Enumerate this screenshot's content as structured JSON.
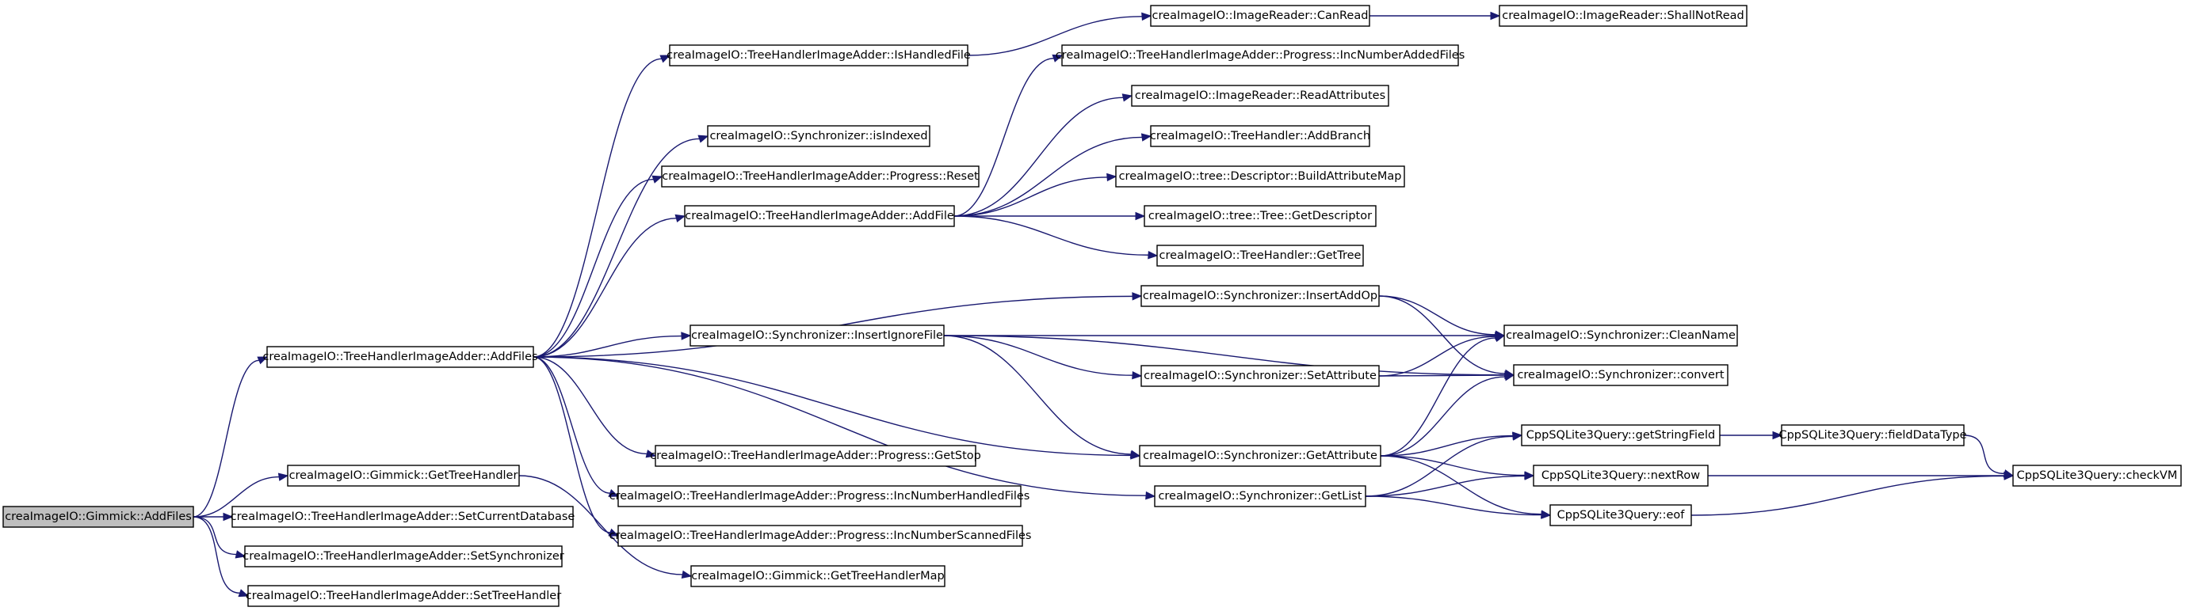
{
  "graph": {
    "nodes": [
      {
        "id": "gimmick_addfiles",
        "label": "creaImageIO::Gimmick::AddFiles"
      },
      {
        "id": "thia_addfiles",
        "label": "creaImageIO::TreeHandlerImageAdder::AddFiles"
      },
      {
        "id": "gimmick_gettreehandler",
        "label": "creaImageIO::Gimmick::GetTreeHandler"
      },
      {
        "id": "thia_setcurrentdatabase",
        "label": "creaImageIO::TreeHandlerImageAdder::SetCurrentDatabase"
      },
      {
        "id": "thia_setsynchronizer",
        "label": "creaImageIO::TreeHandlerImageAdder::SetSynchronizer"
      },
      {
        "id": "thia_settreehandler",
        "label": "creaImageIO::TreeHandlerImageAdder::SetTreeHandler"
      },
      {
        "id": "thia_ishandledfile",
        "label": "creaImageIO::TreeHandlerImageAdder::IsHandledFile"
      },
      {
        "id": "sync_isindexed",
        "label": "creaImageIO::Synchronizer::isIndexed"
      },
      {
        "id": "progress_reset",
        "label": "creaImageIO::TreeHandlerImageAdder::Progress::Reset"
      },
      {
        "id": "thia_addfile",
        "label": "creaImageIO::TreeHandlerImageAdder::AddFile"
      },
      {
        "id": "sync_insertignorefile",
        "label": "creaImageIO::Synchronizer::InsertIgnoreFile"
      },
      {
        "id": "progress_getstop",
        "label": "creaImageIO::TreeHandlerImageAdder::Progress::GetStop"
      },
      {
        "id": "progress_incnumberhandledfiles",
        "label": "creaImageIO::TreeHandlerImageAdder::Progress::IncNumberHandledFiles"
      },
      {
        "id": "progress_incnumberscannedfiles",
        "label": "creaImageIO::TreeHandlerImageAdder::Progress::IncNumberScannedFiles"
      },
      {
        "id": "gimmick_gettreehandlermap",
        "label": "creaImageIO::Gimmick::GetTreeHandlerMap"
      },
      {
        "id": "imagereader_canread",
        "label": "creaImageIO::ImageReader::CanRead"
      },
      {
        "id": "imagereader_shallnotread",
        "label": "creaImageIO::ImageReader::ShallNotRead"
      },
      {
        "id": "progress_incnumberaddedfiles",
        "label": "creaImageIO::TreeHandlerImageAdder::Progress::IncNumberAddedFiles"
      },
      {
        "id": "imagereader_readattributes",
        "label": "creaImageIO::ImageReader::ReadAttributes"
      },
      {
        "id": "treehandler_addbranch",
        "label": "creaImageIO::TreeHandler::AddBranch"
      },
      {
        "id": "descriptor_buildattributemap",
        "label": "creaImageIO::tree::Descriptor::BuildAttributeMap"
      },
      {
        "id": "tree_getdescriptor",
        "label": "creaImageIO::tree::Tree::GetDescriptor"
      },
      {
        "id": "treehandler_gettree",
        "label": "creaImageIO::TreeHandler::GetTree"
      },
      {
        "id": "sync_insertaddop",
        "label": "creaImageIO::Synchronizer::InsertAddOp"
      },
      {
        "id": "sync_setattribute",
        "label": "creaImageIO::Synchronizer::SetAttribute"
      },
      {
        "id": "sync_getattribute",
        "label": "creaImageIO::Synchronizer::GetAttribute"
      },
      {
        "id": "sync_getlist",
        "label": "creaImageIO::Synchronizer::GetList"
      },
      {
        "id": "sync_cleanname",
        "label": "creaImageIO::Synchronizer::CleanName"
      },
      {
        "id": "sync_convert",
        "label": "creaImageIO::Synchronizer::convert"
      },
      {
        "id": "sqlq_getstringfield",
        "label": "CppSQLite3Query::getStringField"
      },
      {
        "id": "sqlq_nextrow",
        "label": "CppSQLite3Query::nextRow"
      },
      {
        "id": "sqlq_eof",
        "label": "CppSQLite3Query::eof"
      },
      {
        "id": "sqlq_fielddatatype",
        "label": "CppSQLite3Query::fieldDataType"
      },
      {
        "id": "sqlq_checkvm",
        "label": "CppSQLite3Query::checkVM"
      }
    ],
    "edges": [
      [
        "gimmick_addfiles",
        "thia_addfiles"
      ],
      [
        "gimmick_addfiles",
        "gimmick_gettreehandler"
      ],
      [
        "gimmick_addfiles",
        "thia_setcurrentdatabase"
      ],
      [
        "gimmick_addfiles",
        "thia_setsynchronizer"
      ],
      [
        "gimmick_addfiles",
        "thia_settreehandler"
      ],
      [
        "thia_addfiles",
        "thia_ishandledfile"
      ],
      [
        "thia_addfiles",
        "sync_isindexed"
      ],
      [
        "thia_addfiles",
        "progress_reset"
      ],
      [
        "thia_addfiles",
        "thia_addfile"
      ],
      [
        "thia_addfiles",
        "sync_insertaddop"
      ],
      [
        "thia_addfiles",
        "sync_insertignorefile"
      ],
      [
        "thia_addfiles",
        "progress_getstop"
      ],
      [
        "thia_addfiles",
        "progress_incnumberhandledfiles"
      ],
      [
        "thia_addfiles",
        "progress_incnumberscannedfiles"
      ],
      [
        "thia_addfiles",
        "sync_getattribute"
      ],
      [
        "thia_addfiles",
        "sync_getlist"
      ],
      [
        "gimmick_gettreehandler",
        "gimmick_gettreehandlermap"
      ],
      [
        "thia_ishandledfile",
        "imagereader_canread"
      ],
      [
        "imagereader_canread",
        "imagereader_shallnotread"
      ],
      [
        "thia_addfile",
        "progress_incnumberaddedfiles"
      ],
      [
        "thia_addfile",
        "imagereader_readattributes"
      ],
      [
        "thia_addfile",
        "treehandler_addbranch"
      ],
      [
        "thia_addfile",
        "descriptor_buildattributemap"
      ],
      [
        "thia_addfile",
        "tree_getdescriptor"
      ],
      [
        "thia_addfile",
        "treehandler_gettree"
      ],
      [
        "sync_insertaddop",
        "sync_cleanname"
      ],
      [
        "sync_insertaddop",
        "sync_convert"
      ],
      [
        "sync_insertignorefile",
        "sync_cleanname"
      ],
      [
        "sync_insertignorefile",
        "sync_setattribute"
      ],
      [
        "sync_insertignorefile",
        "sync_convert"
      ],
      [
        "sync_insertignorefile",
        "sync_getattribute"
      ],
      [
        "sync_setattribute",
        "sync_cleanname"
      ],
      [
        "sync_setattribute",
        "sync_convert"
      ],
      [
        "sync_getattribute",
        "sync_cleanname"
      ],
      [
        "sync_getattribute",
        "sync_convert"
      ],
      [
        "sync_getattribute",
        "sqlq_getstringfield"
      ],
      [
        "sync_getattribute",
        "sqlq_nextrow"
      ],
      [
        "sync_getattribute",
        "sqlq_eof"
      ],
      [
        "sync_getlist",
        "sqlq_getstringfield"
      ],
      [
        "sync_getlist",
        "sqlq_nextrow"
      ],
      [
        "sync_getlist",
        "sqlq_eof"
      ],
      [
        "sqlq_getstringfield",
        "sqlq_fielddatatype"
      ],
      [
        "sqlq_nextrow",
        "sqlq_checkvm"
      ],
      [
        "sqlq_eof",
        "sqlq_checkvm"
      ],
      [
        "sqlq_fielddatatype",
        "sqlq_checkvm"
      ]
    ]
  },
  "colors": {
    "edge": "#191970",
    "node_border": "#000000",
    "node_fill": "#ffffff",
    "root_fill": "#bfbfbf"
  }
}
